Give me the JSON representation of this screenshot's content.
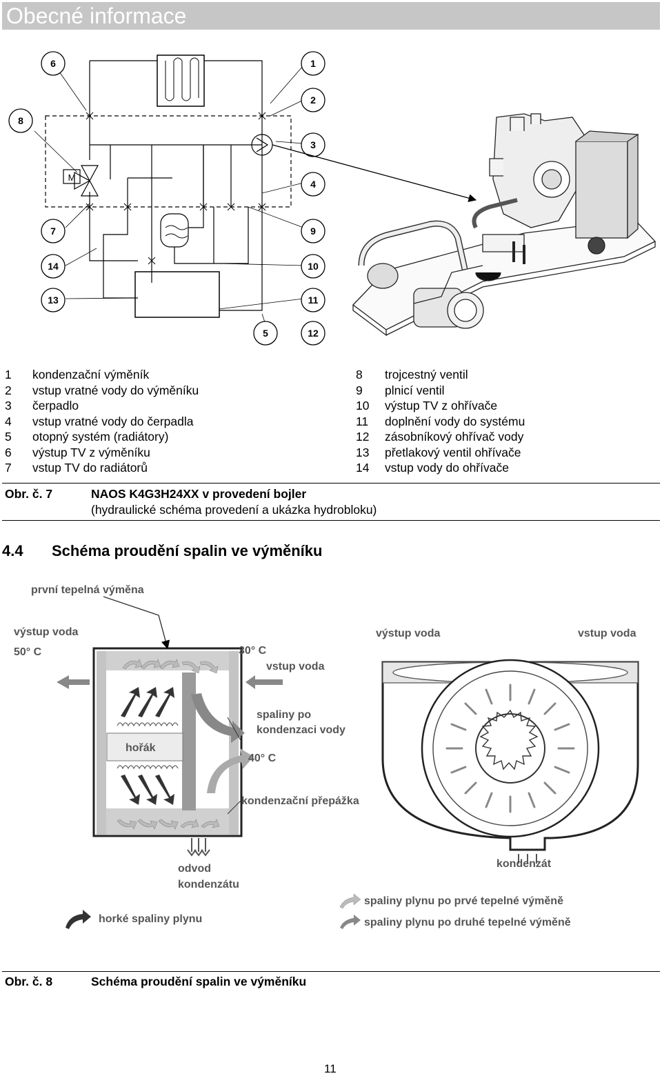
{
  "header": {
    "title": "Obecné informace"
  },
  "figure7": {
    "callouts": [
      "1",
      "2",
      "3",
      "4",
      "5",
      "6",
      "7",
      "8",
      "9",
      "10",
      "11",
      "12",
      "13",
      "14"
    ],
    "valve_label": "M",
    "legend_left": [
      {
        "num": "1",
        "text": "kondenzační výměník"
      },
      {
        "num": "2",
        "text": "vstup vratné vody do výměníku"
      },
      {
        "num": "3",
        "text": "čerpadlo"
      },
      {
        "num": "4",
        "text": "vstup vratné vody do čerpadla"
      },
      {
        "num": "5",
        "text": "otopný systém (radiátory)"
      },
      {
        "num": "6",
        "text": "výstup TV z výměníku"
      },
      {
        "num": "7",
        "text": "vstup TV do radiátorů"
      }
    ],
    "legend_right": [
      {
        "num": "8",
        "text": "trojcestný ventil"
      },
      {
        "num": "9",
        "text": "plnicí ventil"
      },
      {
        "num": "10",
        "text": "výstup TV z ohřívače"
      },
      {
        "num": "11",
        "text": "doplnění vody do systému"
      },
      {
        "num": "12",
        "text": "zásobníkový ohřívač vody"
      },
      {
        "num": "13",
        "text": "přetlakový ventil ohřívače"
      },
      {
        "num": "14",
        "text": "vstup vody do ohřívače"
      }
    ],
    "caption": {
      "label": "Obr. č. 7",
      "title": "NAOS K4G3H24XX v provedení bojler",
      "subtitle": "(hydraulické schéma provedení a ukázka hydrobloku)"
    }
  },
  "section": {
    "number": "4.4",
    "title": "Schéma proudění spalin ve výměníku"
  },
  "figure8": {
    "labels": {
      "first_exchange": "první tepelná výměna",
      "water_out_left": "výstup voda",
      "temp_50": "50° C",
      "temp_30": "30° C",
      "water_in": "vstup voda",
      "flue_after_cond_1": "spaliny po",
      "flue_after_cond_2": "kondenzaci vody",
      "burner": "hořák",
      "temp_40": "40° C",
      "cond_baffle": "kondenzační přepážka",
      "drain_1": "odvod",
      "drain_2": "kondenzátu",
      "water_out_mid": "výstup voda",
      "water_out_right": "vstup voda",
      "condensate": "kondenzát",
      "hot_flue": "horké spaliny plynu",
      "flue_after_first": "spaliny plynu po prvé tepelné výměně",
      "flue_after_second": "spaliny plynu po druhé tepelné výměně"
    },
    "caption": {
      "label": "Obr. č. 8",
      "title": "Schéma proudění spalin ve výměníku"
    }
  },
  "page_number": "11",
  "colors": {
    "header_bg": "#c6c6c6",
    "diagram_gray": "#555555"
  }
}
